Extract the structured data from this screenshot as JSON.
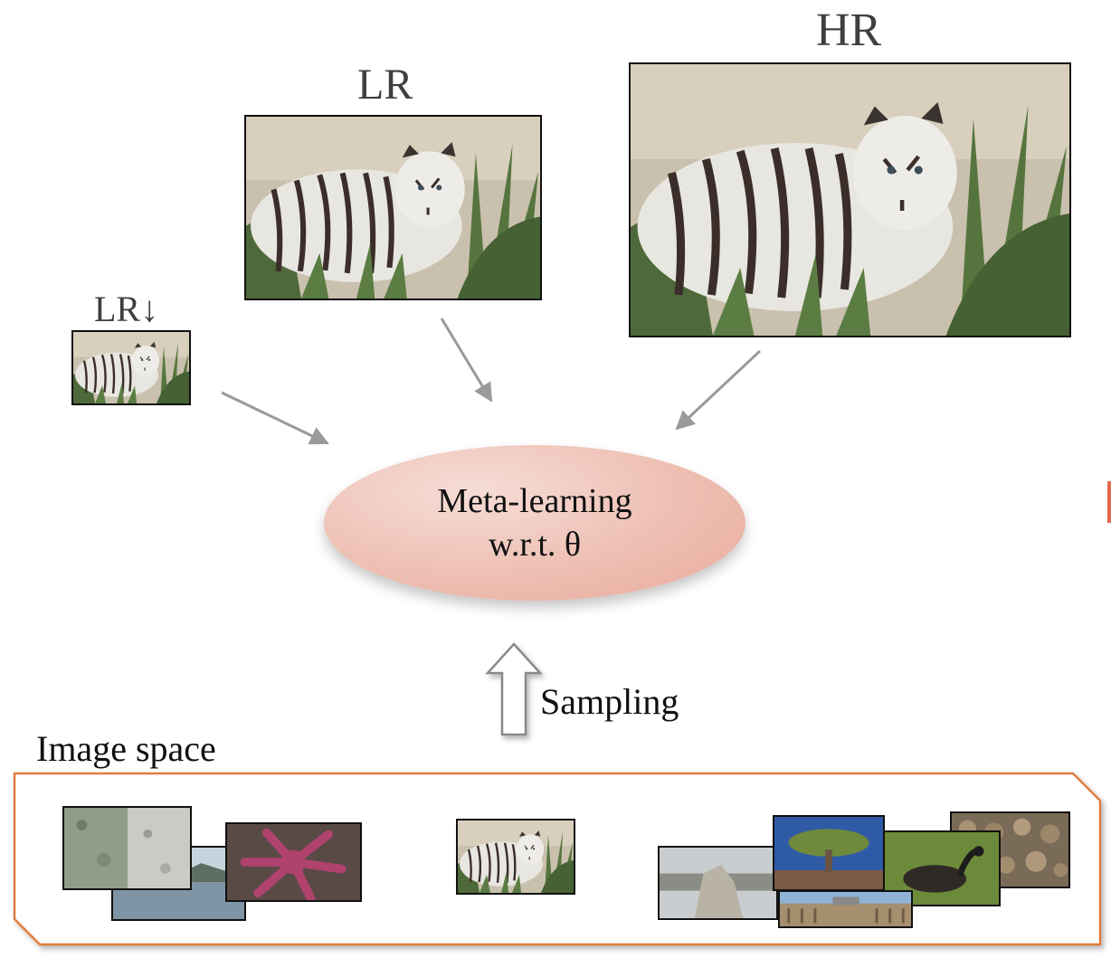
{
  "labels": {
    "hr": "HR",
    "lr": "LR",
    "lr_down": "LR↓",
    "meta_line1": "Meta-learning",
    "meta_line2": "w.r.t. θ",
    "sampling": "Sampling",
    "image_space": "Image space"
  },
  "colors": {
    "arrow": "#9a9a9a",
    "ellipse_fill": "#eebfb3",
    "image_space_border": "#e07b3c"
  },
  "icons": [
    "tiger-image",
    "hollow-up-arrow",
    "gray-arrow"
  ]
}
